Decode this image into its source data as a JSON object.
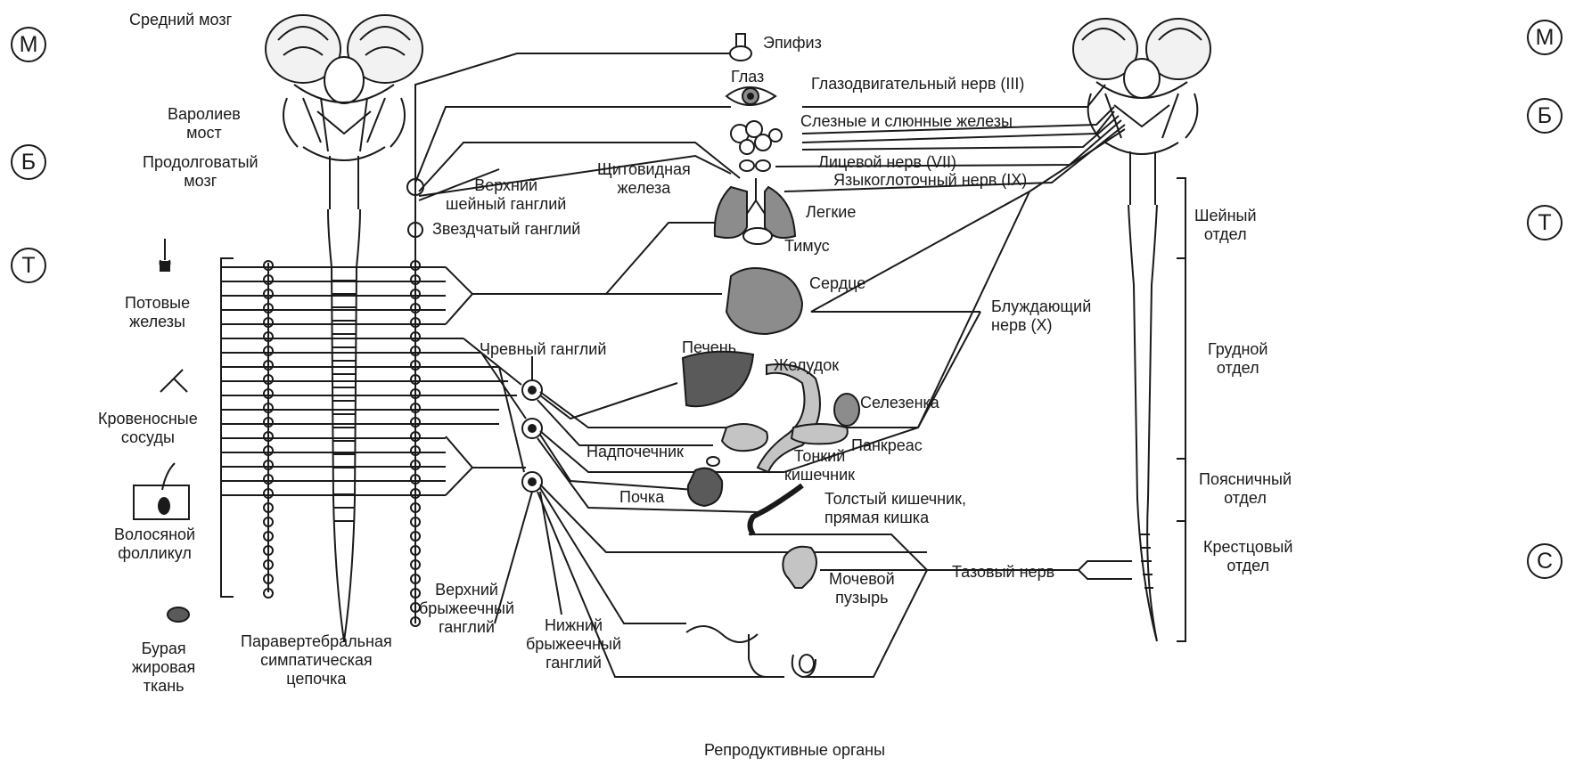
{
  "markers": {
    "left": [
      "М",
      "Б",
      "Т"
    ],
    "right": [
      "М",
      "Б",
      "Т",
      "С"
    ]
  },
  "brain_labels": {
    "midbrain": "Средний мозг",
    "pons": "Варолиев\nмост",
    "medulla": "Продолговатый\nмозг"
  },
  "sympathetic": {
    "superior_cervical": "Верхний\nшейный ганглий",
    "stellate": "Звездчатый ганглий",
    "celiac": "Чревный ганглий",
    "superior_mesenteric": "Верхний\nбрыжеечный\nганглий",
    "inferior_mesenteric": "Нижний\nбрыжеечный\nганглий",
    "chain": "Паравертебральная\nсимпатическая\nцепочка"
  },
  "skin_targets": {
    "sweat": "Потовые\nжелезы",
    "vessels": "Кровеносные\nсосуды",
    "hair": "Волосяной\nфолликул",
    "fat": "Бурая\nжировая\nткань"
  },
  "organs": {
    "pineal": "Эпифиз",
    "eye": "Глаз",
    "thyroid": "Щитовидная\nжелеза",
    "lungs": "Легкие",
    "thymus": "Тимус",
    "heart": "Сердце",
    "liver": "Печень",
    "stomach": "Желудок",
    "spleen": "Селезенка",
    "pancreas": "Панкреас",
    "adrenal": "Надпочечник",
    "small_int": "Тонкий\nкишечник",
    "kidney": "Почка",
    "large_int": "Толстый кишечник,\nпрямая кишка",
    "bladder": "Мочевой\nпузырь",
    "repro": "Репродуктивные органы"
  },
  "nerves": {
    "oculomotor": "Глазодвигательный нерв (III)",
    "glands": "Слезные и слюнные железы",
    "facial": "Лицевой нерв (VII)",
    "glosso": "Языкоглоточный нерв (IX)",
    "vagus": "Блуждающий\nнерв (X)",
    "pelvic": "Тазовый нерв"
  },
  "spinal_sections": {
    "cervical": "Шейный\nотдел",
    "thoracic": "Грудной\nотдел",
    "lumbar": "Поясничный\nотдел",
    "sacral": "Крестцовый\nотдел"
  },
  "colors": {
    "ink": "#1a1a1a",
    "organ_fill": "#8c8c8c",
    "organ_light": "#c4c4c4",
    "liver": "#5a5a5a"
  }
}
